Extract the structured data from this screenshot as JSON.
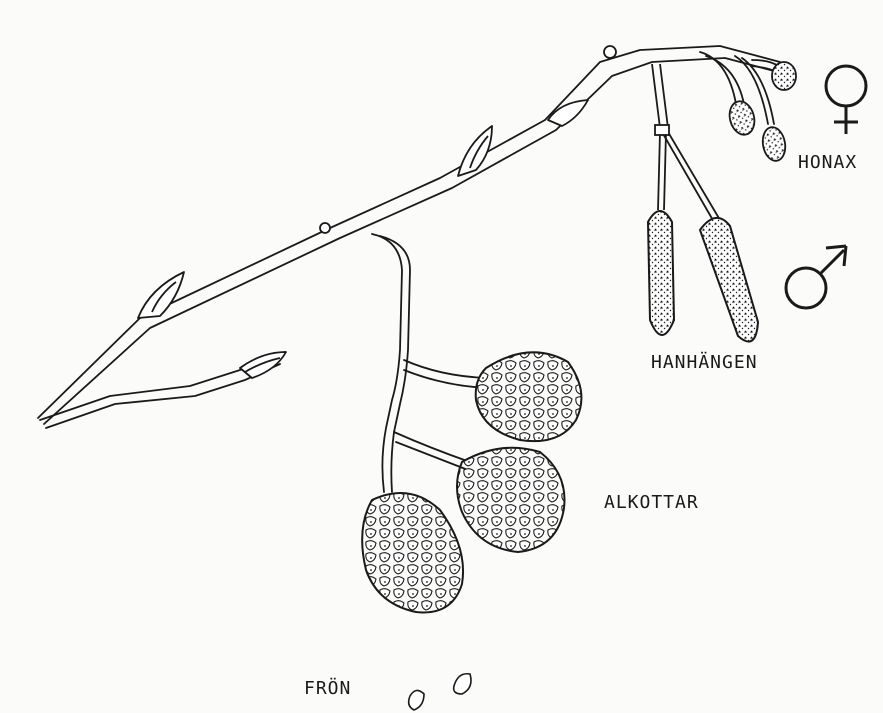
{
  "labels": {
    "female_catkins": "HONAX",
    "male_catkins": "HANHÄNGEN",
    "cones": "ALKOTTAR",
    "seeds": "FRÖN"
  },
  "symbols": {
    "female": "female-symbol",
    "male": "male-symbol"
  },
  "colors": {
    "ink": "#1a1a1a",
    "paper": "#fbfbf9"
  }
}
